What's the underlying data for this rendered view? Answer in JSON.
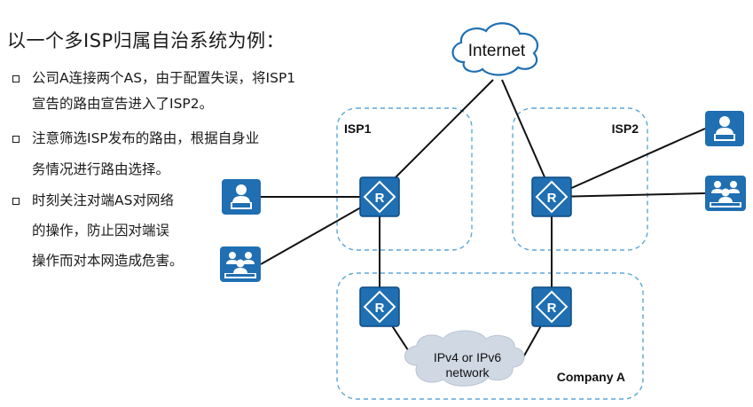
{
  "title": "以一个多ISP归属自治系统为例：",
  "bullets": [
    {
      "lines": [
        "公司A连接两个AS，由于配置失误，将ISP1",
        "宣告的路由宣告进入了ISP2。"
      ]
    },
    {
      "lines": [
        "注意筛选ISP发布的路由，根据自身业",
        "务情况进行路由选择。"
      ]
    },
    {
      "lines": [
        "时刻关注对端AS对网络",
        "的操作，防止因对端误",
        "操作而对本网造成危害。"
      ]
    }
  ],
  "diagram": {
    "internet_label": "Internet",
    "isp1_label": "ISP1",
    "isp2_label": "ISP2",
    "company_label": "Company A",
    "network_label_line1": "IPv4 or IPv6",
    "network_label_line2": "network",
    "router_glyph": "R",
    "colors": {
      "router_fill": "#1f6fb2",
      "router_border": "#0d4a82",
      "dashed_border": "#5aa7d8",
      "cloud_fill": "#ffffff",
      "cloud_stroke": "#1f6fb2",
      "network_cloud_fill": "#cfd8e3",
      "user_icon_fill": "#1f6fb2"
    },
    "icons": [
      "router-icon",
      "user-icon",
      "user-group-icon",
      "cloud-icon"
    ]
  }
}
